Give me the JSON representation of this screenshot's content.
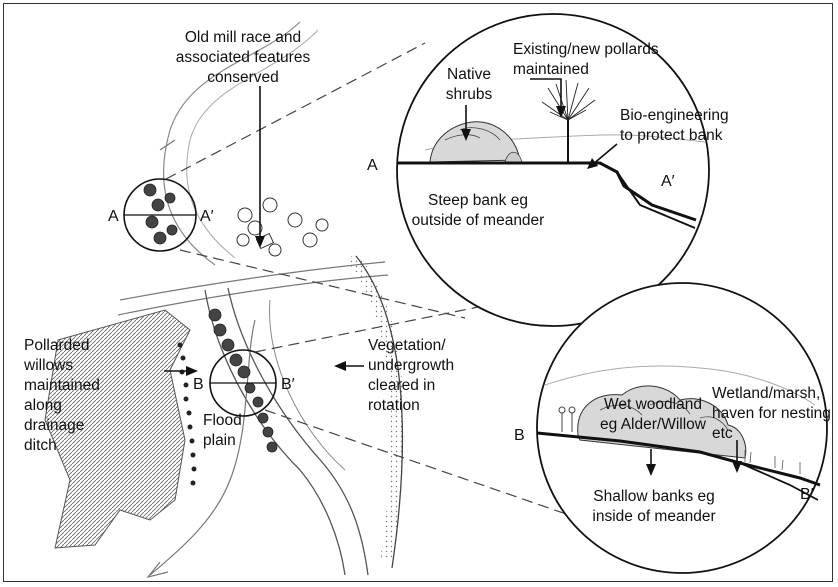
{
  "labels": {
    "mill_race": [
      "Old mill race and",
      "associated features",
      "conserved"
    ],
    "native_shrubs": [
      "Native",
      "shrubs"
    ],
    "pollards": [
      "Existing/new pollards",
      "maintained"
    ],
    "bio_engineering": [
      "Bio-engineering",
      "to protect bank"
    ],
    "steep_bank": [
      "Steep bank eg",
      "outside of meander"
    ],
    "pollarded_willows": [
      "Pollarded",
      "willows",
      "maintained",
      "along",
      "drainage",
      "ditch"
    ],
    "vegetation": [
      "Vegetation/",
      "undergrowth",
      "cleared in",
      "rotation"
    ],
    "flood_plain": [
      "Flood",
      "plain"
    ],
    "wet_woodland": [
      "Wet woodland",
      "eg Alder/Willow"
    ],
    "wetland": [
      "Wetland/marsh,",
      "haven for nesting",
      "etc"
    ],
    "shallow_banks": [
      "Shallow banks eg",
      "inside of meander"
    ]
  },
  "section_markers": {
    "a": "A",
    "a_prime": "A′",
    "b": "B",
    "b_prime": "B′"
  },
  "colors": {
    "line": "#111111",
    "sketch": "#555555",
    "dash": "#444444",
    "border": "#333333"
  }
}
